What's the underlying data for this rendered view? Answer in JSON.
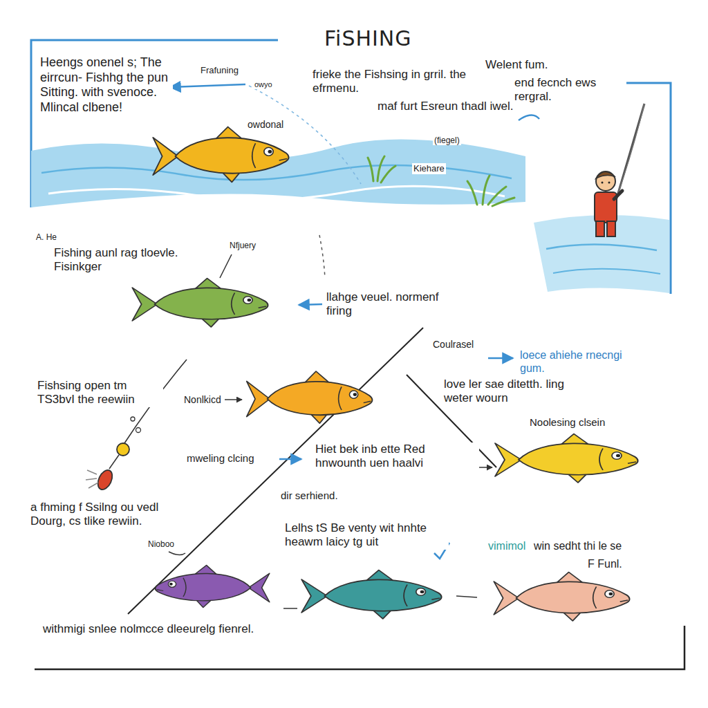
{
  "diagram": {
    "title": "FiSHING",
    "labels": [
      "Heengs onenel s; The eirrcun- Fishhg the pun Sitting. with svenoce. Mlincal clbene!",
      "Frafuning",
      "owyo",
      "owdonal",
      "frieke the Fishsing in grril. the efrmenu.",
      "maf furt Esreun thadl iwel.",
      "(fiegel)",
      "Kiehare",
      "Welent fum.",
      "end fecnch ews rergral.",
      "A. He",
      "Fishing aunl rag tloevle. Fisinkger",
      "Nfjuery",
      "llahge veuel. normenf firing",
      "Coulrasel",
      "loece ahiehe rnecngi gum.",
      "love ler sae ditetth. ling weter wourn",
      "Fishsing open tm TS3bvI the reewiin",
      "Nonlkicd",
      "Noolesing clsein",
      "mweling clcing",
      "Hiet bek inb ette Red hnwounth uen haalvi",
      "dir serhiend.",
      "a fhming f Ssilng ou vedl Dourg, cs tlike rewiin.",
      "Nioboo",
      "Lelhs tS Be venty wit hnhte heawm laicy tg uit",
      "vimimol",
      "win sedht thi le se",
      "F Funl.",
      "withmigi snlee nolmcce dleeurelg fienrel."
    ]
  }
}
